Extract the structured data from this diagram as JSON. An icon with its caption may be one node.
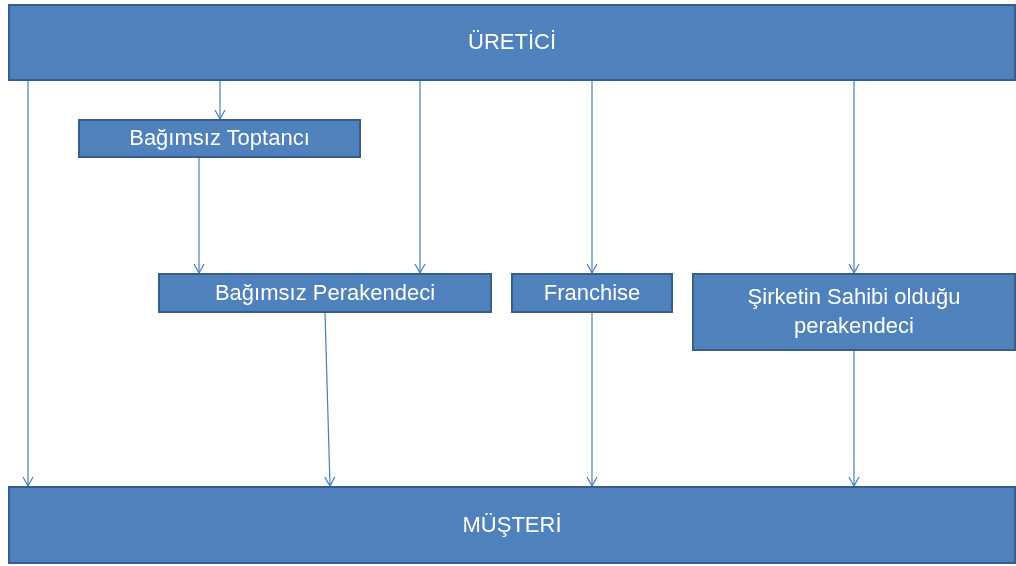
{
  "diagram": {
    "nodes": [
      {
        "text": [
          "ÜRETİCİ"
        ]
      },
      {
        "text": [
          "Bağımsız Toptancı"
        ]
      },
      {
        "text": [
          "Bağımsız Perakendeci"
        ]
      },
      {
        "text": [
          "Franchise"
        ]
      },
      {
        "text": [
          "Şirketin Sahibi olduğu perakendeci"
        ]
      },
      {
        "text": [
          "MÜŞTERİ"
        ]
      }
    ],
    "edges": [
      {
        "from": 0,
        "to": 5,
        "arrow": "to"
      },
      {
        "from": 0,
        "to": 1,
        "arrow": "to"
      },
      {
        "from": 1,
        "to": 2,
        "arrow": "to"
      },
      {
        "from": 0,
        "to": 2,
        "arrow": "to"
      },
      {
        "from": 2,
        "to": 5,
        "arrow": "to"
      },
      {
        "from": 0,
        "to": 3,
        "arrow": "to"
      },
      {
        "from": 3,
        "to": 5,
        "arrow": "to"
      },
      {
        "from": 0,
        "to": 4,
        "arrow": "to"
      },
      {
        "from": 4,
        "to": 5,
        "arrow": "to"
      }
    ]
  }
}
